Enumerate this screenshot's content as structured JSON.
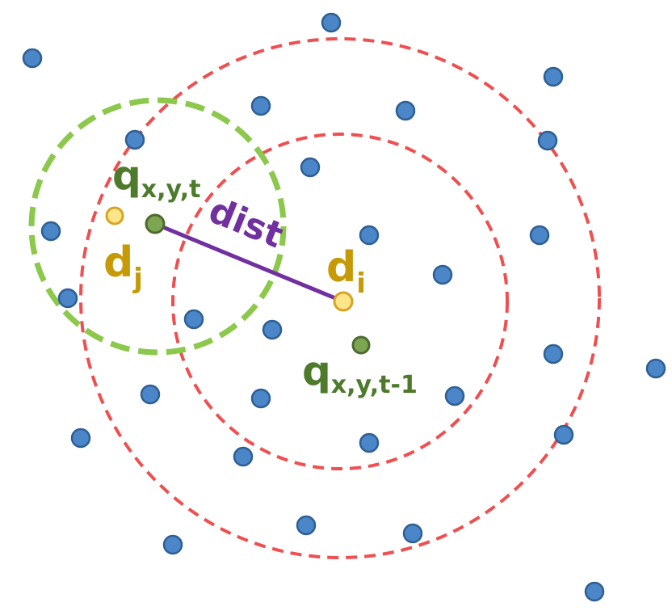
{
  "labels": {
    "q_current_main": "q",
    "q_current_sub": "x,y,t",
    "q_prev_main": "q",
    "q_prev_sub": "x,y,t-1",
    "dj_main": "d",
    "dj_sub": "j",
    "di_main": "d",
    "di_sub": "i",
    "dist": "dist"
  },
  "colors": {
    "background": "#ffffff",
    "blue_point_fill": "#4a86c8",
    "blue_point_stroke": "#2e5f93",
    "green_point_fill": "#7da653",
    "green_point_stroke": "#4d6a2f",
    "yellow_point_fill": "#fde68a",
    "yellow_point_stroke": "#d8a323",
    "green_circle_stroke": "#8cc84b",
    "red_circle_stroke": "#ef4f50",
    "dist_line": "#7030a0",
    "label_green": "#4e7a2c",
    "label_gold": "#c59a06",
    "label_purple": "#7030a0"
  }
}
